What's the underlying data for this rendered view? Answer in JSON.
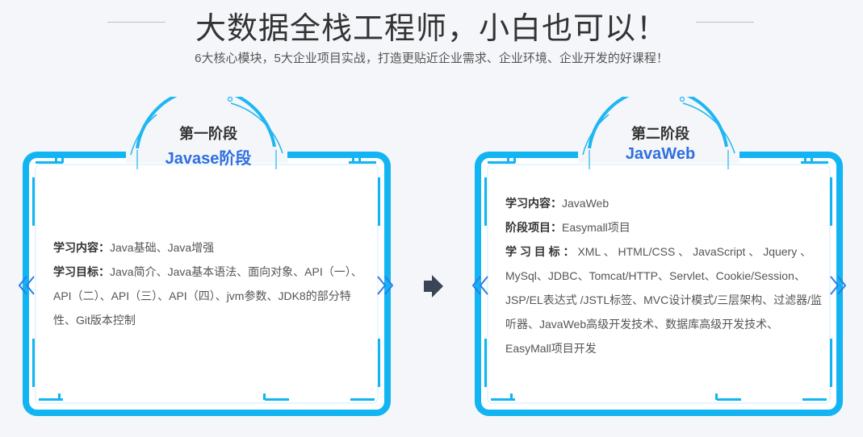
{
  "header": {
    "title": "大数据全栈工程师，小白也可以！",
    "subtitle": "6大核心模块，5大企业项目实战，打造更贴近企业需求、企业环境、企业开发的好课程！"
  },
  "stages": [
    {
      "number": "第一阶段",
      "name": "Javase阶段",
      "items": [
        {
          "label": "学习内容：",
          "text": "Java基础、Java增强"
        },
        {
          "label": "学习目标：",
          "text": "Java简介、Java基本语法、面向对象、API（一）、API（二）、API（三）、API（四）、jvm参数、JDK8的部分特性、Git版本控制"
        }
      ]
    },
    {
      "number": "第二阶段",
      "name": "JavaWeb",
      "items": [
        {
          "label": "学习内容：",
          "text": "JavaWeb"
        },
        {
          "label": "阶段项目：",
          "text": "Easymall项目"
        },
        {
          "label": "学 习 目 标 ：",
          "text": " XML 、 HTML/CSS 、 JavaScript 、 Jquery 、MySql、JDBC、Tomcat/HTTP、Servlet、Cookie/Session、JSP/EL表达式 /JSTL标签、MVC设计模式/三层架构、过滤器/监听器、JavaWeb高级开发技术、数据库高级开发技术、EasyMall项目开发"
        }
      ]
    }
  ],
  "colors": {
    "accent": "#1fb6f2",
    "frame": "#0aa9ee",
    "stage_name": "#2f6fe0",
    "arrow": "#3a4556"
  },
  "icons": [
    "chevron-left-icon",
    "chevron-right-icon",
    "next-arrow-icon"
  ]
}
